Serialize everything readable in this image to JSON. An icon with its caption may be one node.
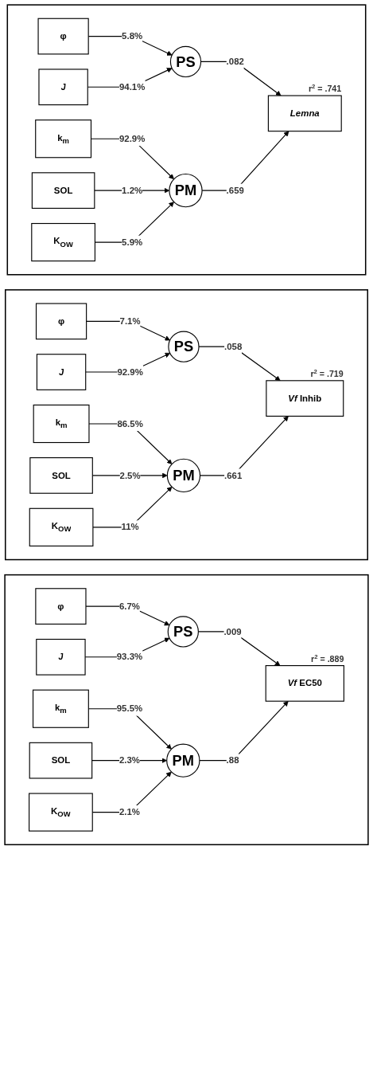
{
  "diagram": {
    "nodes": [
      {
        "text": [],
        "shape": "box"
      },
      {
        "text": [
          "φ"
        ],
        "in": 0
      },
      {
        "text": [
          "J"
        ],
        "in": 0
      },
      {
        "text": [
          "PS"
        ],
        "in": 0
      },
      {
        "text": [
          "k$_{m}$"
        ],
        "in": 0
      },
      {
        "text": [
          "SOL"
        ],
        "in": 0
      },
      {
        "text": [
          "K$_{OW}$"
        ],
        "in": 0
      },
      {
        "text": [
          "PM"
        ],
        "in": 0
      },
      {
        "text": [
          "Lemna"
        ],
        "in": 0,
        "beside": [
          "r$^{2}$ = .741"
        ]
      },
      {
        "text": [],
        "shape": "box"
      },
      {
        "text": [
          "φ"
        ],
        "in": 9
      },
      {
        "text": [
          "J"
        ],
        "in": 9
      },
      {
        "text": [
          "PS"
        ],
        "in": 9
      },
      {
        "text": [
          "k$_{m}$"
        ],
        "in": 9
      },
      {
        "text": [
          "SOL"
        ],
        "in": 9
      },
      {
        "text": [
          "K$_{OW}$"
        ],
        "in": 9
      },
      {
        "text": [
          "PM"
        ],
        "in": 9
      },
      {
        "text": [
          "*Vf* Inhib"
        ],
        "in": 9,
        "beside": [
          "r$^{2}$ = .719"
        ]
      },
      {
        "text": [],
        "shape": "box"
      },
      {
        "text": [
          "φ"
        ],
        "in": 18
      },
      {
        "text": [
          "J"
        ],
        "in": 18
      },
      {
        "text": [
          "PS"
        ],
        "in": 18
      },
      {
        "text": [
          "k$_{m}$"
        ],
        "in": 18
      },
      {
        "text": [
          "SOL"
        ],
        "in": 18
      },
      {
        "text": [
          "K$_{OW}$"
        ],
        "in": 18
      },
      {
        "text": [
          "PM"
        ],
        "in": 18
      },
      {
        "text": [
          "*Vf* EC50"
        ],
        "in": 18,
        "beside": [
          "r$^{2}$ = .889"
        ]
      }
    ],
    "edges": [
      {
        "from": 1,
        "to": 3,
        "arrow": "to",
        "label": "5.8%"
      },
      {
        "from": 2,
        "to": 3,
        "arrow": "to",
        "label": "94.1%"
      },
      {
        "from": 3,
        "to": 8,
        "arrow": "to",
        "label": ".082"
      },
      {
        "from": 4,
        "to": 7,
        "arrow": "to",
        "label": "92.9%"
      },
      {
        "from": 5,
        "to": 7,
        "arrow": "to",
        "label": "1.2%"
      },
      {
        "from": 6,
        "to": 7,
        "arrow": "to",
        "label": "5.9%"
      },
      {
        "from": 7,
        "to": 8,
        "arrow": "to",
        "label": ".659"
      },
      {
        "from": 10,
        "to": 12,
        "arrow": "to",
        "label": "7.1%"
      },
      {
        "from": 11,
        "to": 12,
        "arrow": "to",
        "label": "92.9%"
      },
      {
        "from": 12,
        "to": 17,
        "arrow": "to",
        "label": ".058"
      },
      {
        "from": 13,
        "to": 16,
        "arrow": "to",
        "label": "86.5%"
      },
      {
        "from": 14,
        "to": 16,
        "arrow": "to",
        "label": "2.5%"
      },
      {
        "from": 15,
        "to": 16,
        "arrow": "to",
        "label": "11%"
      },
      {
        "from": 16,
        "to": 17,
        "arrow": "to",
        "label": ".661"
      },
      {
        "from": 19,
        "to": 21,
        "arrow": "to",
        "label": "6.7%"
      },
      {
        "from": 20,
        "to": 21,
        "arrow": "to",
        "label": "93.3%"
      },
      {
        "from": 21,
        "to": 26,
        "arrow": "to",
        "label": ".009"
      },
      {
        "from": 22,
        "to": 25,
        "arrow": "to",
        "label": "95.5%"
      },
      {
        "from": 23,
        "to": 25,
        "arrow": "to",
        "label": "2.3%"
      },
      {
        "from": 24,
        "to": 25,
        "arrow": "to",
        "label": "2.1%"
      },
      {
        "from": 25,
        "to": 26,
        "arrow": "to",
        "label": ".88"
      }
    ]
  }
}
